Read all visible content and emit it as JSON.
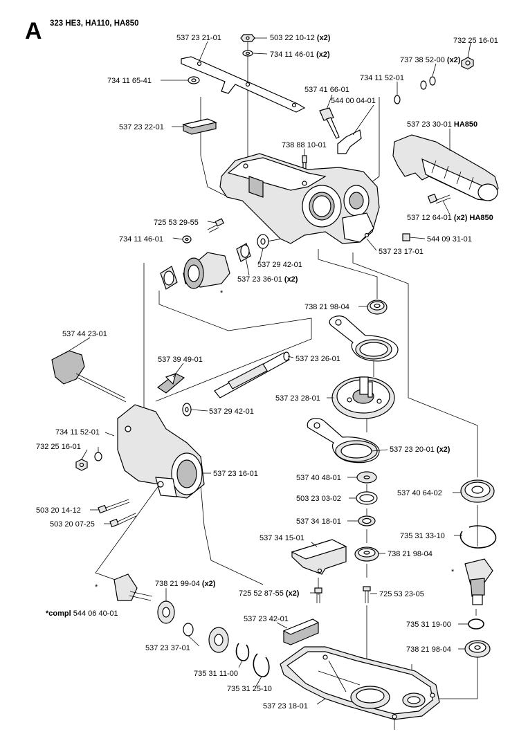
{
  "header": {
    "letter": "A",
    "models": "323 HE3, HA110, HA850"
  },
  "callouts": [
    {
      "id": "c1",
      "number": "537 23 21-01",
      "suffix": ""
    },
    {
      "id": "c2",
      "number": "503 22 10-12",
      "suffix": "(x2)"
    },
    {
      "id": "c3",
      "number": "734 11 46-01",
      "suffix": "(x2)"
    },
    {
      "id": "c4",
      "number": "732 25 16-01",
      "suffix": ""
    },
    {
      "id": "c5",
      "number": "737 38 52-00",
      "suffix": "(x2)"
    },
    {
      "id": "c6",
      "number": "734 11 65-41",
      "suffix": ""
    },
    {
      "id": "c7",
      "number": "734 11 52-01",
      "suffix": ""
    },
    {
      "id": "c8",
      "number": "537 41 66-01",
      "suffix": ""
    },
    {
      "id": "c9",
      "number": "544 00 04-01",
      "suffix": ""
    },
    {
      "id": "c10",
      "number": "537 23 22-01",
      "suffix": ""
    },
    {
      "id": "c11",
      "number": "537 23 30-01",
      "suffix": "HA850"
    },
    {
      "id": "c12",
      "number": "738 88 10-01",
      "suffix": ""
    },
    {
      "id": "c13",
      "number": "537 12 64-01",
      "suffix": "(x2) HA850"
    },
    {
      "id": "c14",
      "number": "725 53 29-55",
      "suffix": ""
    },
    {
      "id": "c15",
      "number": "734 11 46-01",
      "suffix": ""
    },
    {
      "id": "c16",
      "number": "544 09 31-01",
      "suffix": ""
    },
    {
      "id": "c17",
      "number": "537 23 17-01",
      "suffix": ""
    },
    {
      "id": "c18",
      "number": "537 29 42-01",
      "suffix": ""
    },
    {
      "id": "c19",
      "number": "537 23 36-01",
      "suffix": "(x2)"
    },
    {
      "id": "c20",
      "number": "738 21 98-04",
      "suffix": ""
    },
    {
      "id": "c21",
      "number": "537 44 23-01",
      "suffix": ""
    },
    {
      "id": "c22",
      "number": "537 23 26-01",
      "suffix": ""
    },
    {
      "id": "c23",
      "number": "537 39 49-01",
      "suffix": ""
    },
    {
      "id": "c24",
      "number": "537 23 28-01",
      "suffix": ""
    },
    {
      "id": "c25",
      "number": "537 29 42-01",
      "suffix": ""
    },
    {
      "id": "c26",
      "number": "734 11 52-01",
      "suffix": ""
    },
    {
      "id": "c27",
      "number": "732 25 16-01",
      "suffix": ""
    },
    {
      "id": "c28",
      "number": "537 23 20-01",
      "suffix": "(x2)"
    },
    {
      "id": "c29",
      "number": "537 23 16-01",
      "suffix": ""
    },
    {
      "id": "c30",
      "number": "537 40 48-01",
      "suffix": ""
    },
    {
      "id": "c31",
      "number": "537 40 64-02",
      "suffix": ""
    },
    {
      "id": "c32",
      "number": "503 23 03-02",
      "suffix": ""
    },
    {
      "id": "c33",
      "number": "503 20 14-12",
      "suffix": ""
    },
    {
      "id": "c34",
      "number": "537 34 18-01",
      "suffix": ""
    },
    {
      "id": "c35",
      "number": "503 20 07-25",
      "suffix": ""
    },
    {
      "id": "c36",
      "number": "735 31 33-10",
      "suffix": ""
    },
    {
      "id": "c37",
      "number": "537 34 15-01",
      "suffix": ""
    },
    {
      "id": "c38",
      "number": "738 21 98-04",
      "suffix": ""
    },
    {
      "id": "c39",
      "number": "738 21 99-04",
      "suffix": "(x2)"
    },
    {
      "id": "c40",
      "number": "725 52 87-55",
      "suffix": "(x2)"
    },
    {
      "id": "c41",
      "number": "725 53 23-05",
      "suffix": ""
    },
    {
      "id": "c42",
      "number": "544 06 40-01",
      "prefix": "*compl"
    },
    {
      "id": "c43",
      "number": "537 23 42-01",
      "suffix": ""
    },
    {
      "id": "c44",
      "number": "735 31 19-00",
      "suffix": ""
    },
    {
      "id": "c45",
      "number": "738 21 98-04",
      "suffix": ""
    },
    {
      "id": "c46",
      "number": "537 23 37-01",
      "suffix": ""
    },
    {
      "id": "c47",
      "number": "735 31 11-00",
      "suffix": ""
    },
    {
      "id": "c48",
      "number": "735 31 25-10",
      "suffix": ""
    },
    {
      "id": "c49",
      "number": "537 23 18-01",
      "suffix": ""
    }
  ],
  "asterisks": {
    "a1": "*",
    "a2": "*",
    "a3": "*"
  }
}
